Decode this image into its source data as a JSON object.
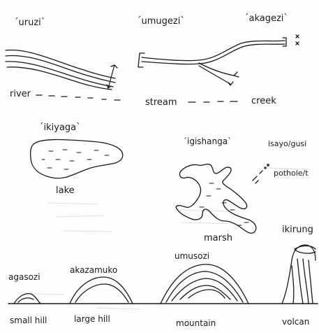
{
  "labels": {
    "uruzi": "´uruzi`",
    "umugezi": "´umugezi`",
    "akagezi": "´akagezi`",
    "river": "river",
    "stream": "stream",
    "creek": "creek",
    "ikiyaga": "´ikiyaga`",
    "lake": "lake",
    "igishanga": "´igishanga`",
    "isayo": "isayo/gusi",
    "pothole": "pothole/t",
    "marsh": "marsh",
    "ikirunga": "ikirung",
    "agasozi": "agasozi",
    "akazamuko": "akazamuko",
    "umusozi": "umusozi",
    "small_hill": "small hill",
    "large_hill": "large hill",
    "mountain": "mountain",
    "volcano": "volcan"
  },
  "colors": {
    "ink": "#1a1a1a",
    "paper": "#fdfdfb",
    "faint": "#d9d9d4"
  }
}
